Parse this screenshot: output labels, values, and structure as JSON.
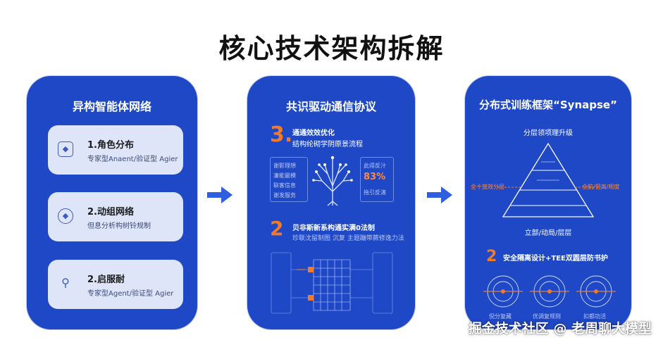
{
  "title": "核心技术架构拆解",
  "panel1": {
    "title": "异构智能体网络",
    "cards": [
      {
        "title": "1.角色分布",
        "subtitle": "专家型Anaent/验证型 Agier",
        "icon": "tag-icon"
      },
      {
        "title": "2.动组网络",
        "subtitle": "但息分析构树铃规制",
        "icon": "compass-icon"
      },
      {
        "title": "2.启服耐",
        "subtitle": "专家型Agent/验证型 Agier",
        "icon": "node-icon"
      }
    ]
  },
  "panel2": {
    "title": "共识驱动通信协议",
    "section1": {
      "number": "3.",
      "line1": "通通效效优化",
      "line2": "结构纶砌学阴原景流程",
      "left_box": [
        "谢影理想",
        "凄能最模",
        "联客信息",
        "谢发服务"
      ],
      "right_box": [
        "此得反汁",
        "83%",
        "拖引反演"
      ]
    },
    "section2": {
      "number": "2",
      "line1": "贝非斯新系构通实满0法制",
      "line2": "珍联沈留制图 沉复 主题蹦带蕨修逸力法"
    }
  },
  "panel3": {
    "title": "分布式训练框架“Synapse”",
    "pyramid_label": "分层领项理升级",
    "left_label": "全十放效分层",
    "right_label": "全航/但高/规度",
    "base_label": "立部/动局/层层",
    "section2": {
      "number": "2",
      "line1": "安全隔离设计+TEE双圆层防书护"
    },
    "circle_labels": [
      "倪分复藏",
      "优调复规则",
      "扣都功活"
    ]
  },
  "watermark": "掘金技术社区 @ 老周聊大模型",
  "colors": {
    "panel_blue": "#1f48c7",
    "card_bg": "#dfe5f8",
    "accent_orange": "#f07a2a",
    "arrow_blue": "#2f5fe0"
  }
}
